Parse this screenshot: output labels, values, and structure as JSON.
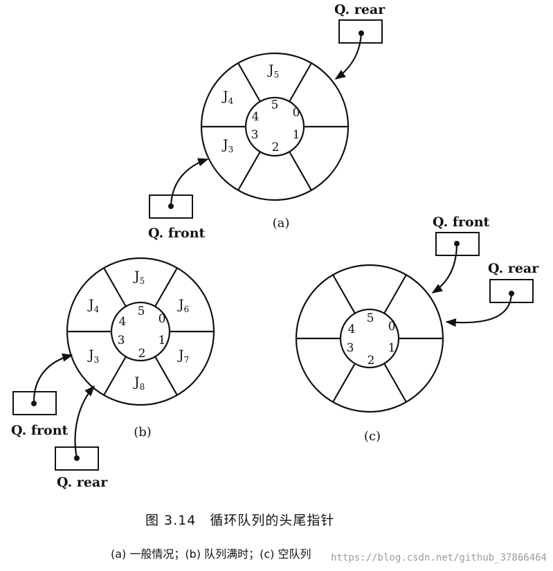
{
  "diagrams": {
    "a": {
      "caption": "(a)",
      "slots": [
        "0",
        "1",
        "2",
        "3",
        "4",
        "5"
      ],
      "jobs": [
        {
          "letter": "J",
          "sub": "5"
        },
        {
          "letter": "J",
          "sub": "4"
        },
        {
          "letter": "J",
          "sub": "3"
        }
      ],
      "pointers": [
        {
          "label": "Q. rear"
        },
        {
          "label": "Q. front"
        }
      ]
    },
    "b": {
      "caption": "(b)",
      "slots": [
        "0",
        "1",
        "2",
        "3",
        "4",
        "5"
      ],
      "jobs": [
        {
          "letter": "J",
          "sub": "5"
        },
        {
          "letter": "J",
          "sub": "6"
        },
        {
          "letter": "J",
          "sub": "7"
        },
        {
          "letter": "J",
          "sub": "8"
        },
        {
          "letter": "J",
          "sub": "3"
        },
        {
          "letter": "J",
          "sub": "4"
        }
      ],
      "pointers": [
        {
          "label": "Q. front"
        },
        {
          "label": "Q. rear"
        }
      ]
    },
    "c": {
      "caption": "(c)",
      "slots": [
        "0",
        "1",
        "2",
        "3",
        "4",
        "5"
      ],
      "jobs": [],
      "pointers": [
        {
          "label": "Q. front"
        },
        {
          "label": "Q. rear"
        }
      ]
    }
  },
  "figure_title": "图 3.14　循环队列的头尾指针",
  "legend": "(a) 一般情况；(b) 队列满时；(c) 空队列",
  "watermark": "https://blog.csdn.net/github_37866464"
}
